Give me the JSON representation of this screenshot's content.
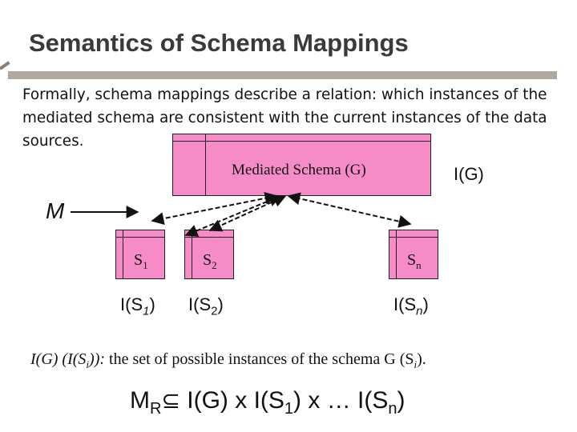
{
  "slide": {
    "title": "Semantics of Schema Mappings",
    "body": "Formally, schema mappings describe a relation: which instances of the mediated schema are consistent with the current instances of the data sources.",
    "mediated_label": "Mediated Schema (G)",
    "instance_g": "I(G)",
    "mapping_label": "M",
    "sources": [
      {
        "name": "S",
        "sub": "1",
        "inst_pre": "I(S",
        "inst_sub": "1",
        "inst_post": ")"
      },
      {
        "name": "S",
        "sub": "2",
        "inst_pre": "I(S",
        "inst_sub": "2",
        "inst_post": ")"
      },
      {
        "name": "S",
        "sub": "n",
        "inst_pre": "I(S",
        "inst_sub": "n",
        "inst_post": ")"
      }
    ],
    "definition": {
      "lead": "I(G) (I(S",
      "lead_sub": "i",
      "lead_close": ")):",
      "text": " the set of possible instances of the schema G (S",
      "text_sub": "i",
      "text_close": ")."
    },
    "formula": {
      "m": "M",
      "m_sub": "R",
      "subset": "⊆",
      "part1": " I(G) x I(S",
      "sub1": "1",
      "part2": ") x … I(S",
      "sub2": "n",
      "part3": ")"
    }
  }
}
